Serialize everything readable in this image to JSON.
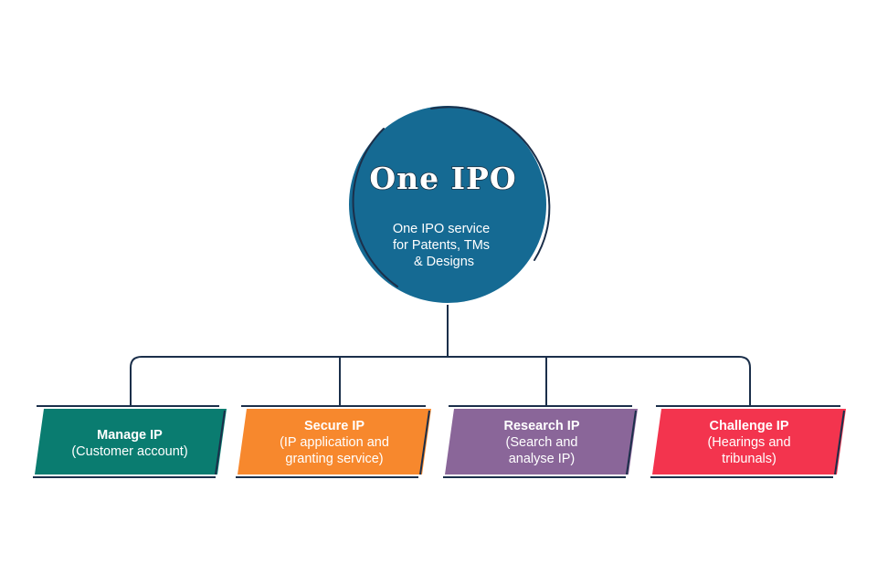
{
  "root": {
    "title": "One IPO",
    "subtitle_lines": [
      "One IPO service",
      "for Patents, TMs",
      "& Designs"
    ],
    "color": "#156a93",
    "outline_color": "#1b2f4a"
  },
  "children": [
    {
      "title": "Manage IP",
      "subtitle_lines": [
        "(Customer account)"
      ],
      "color": "#0a7c70"
    },
    {
      "title": "Secure IP",
      "subtitle_lines": [
        "(IP application and",
        "granting service)"
      ],
      "color": "#f7882d"
    },
    {
      "title": "Research IP",
      "subtitle_lines": [
        "(Search and",
        "analyse IP)"
      ],
      "color": "#8a6699"
    },
    {
      "title": "Challenge IP",
      "subtitle_lines": [
        "(Hearings and",
        "tribunals)"
      ],
      "color": "#f3344e"
    }
  ],
  "connector_color": "#1b2f4a"
}
